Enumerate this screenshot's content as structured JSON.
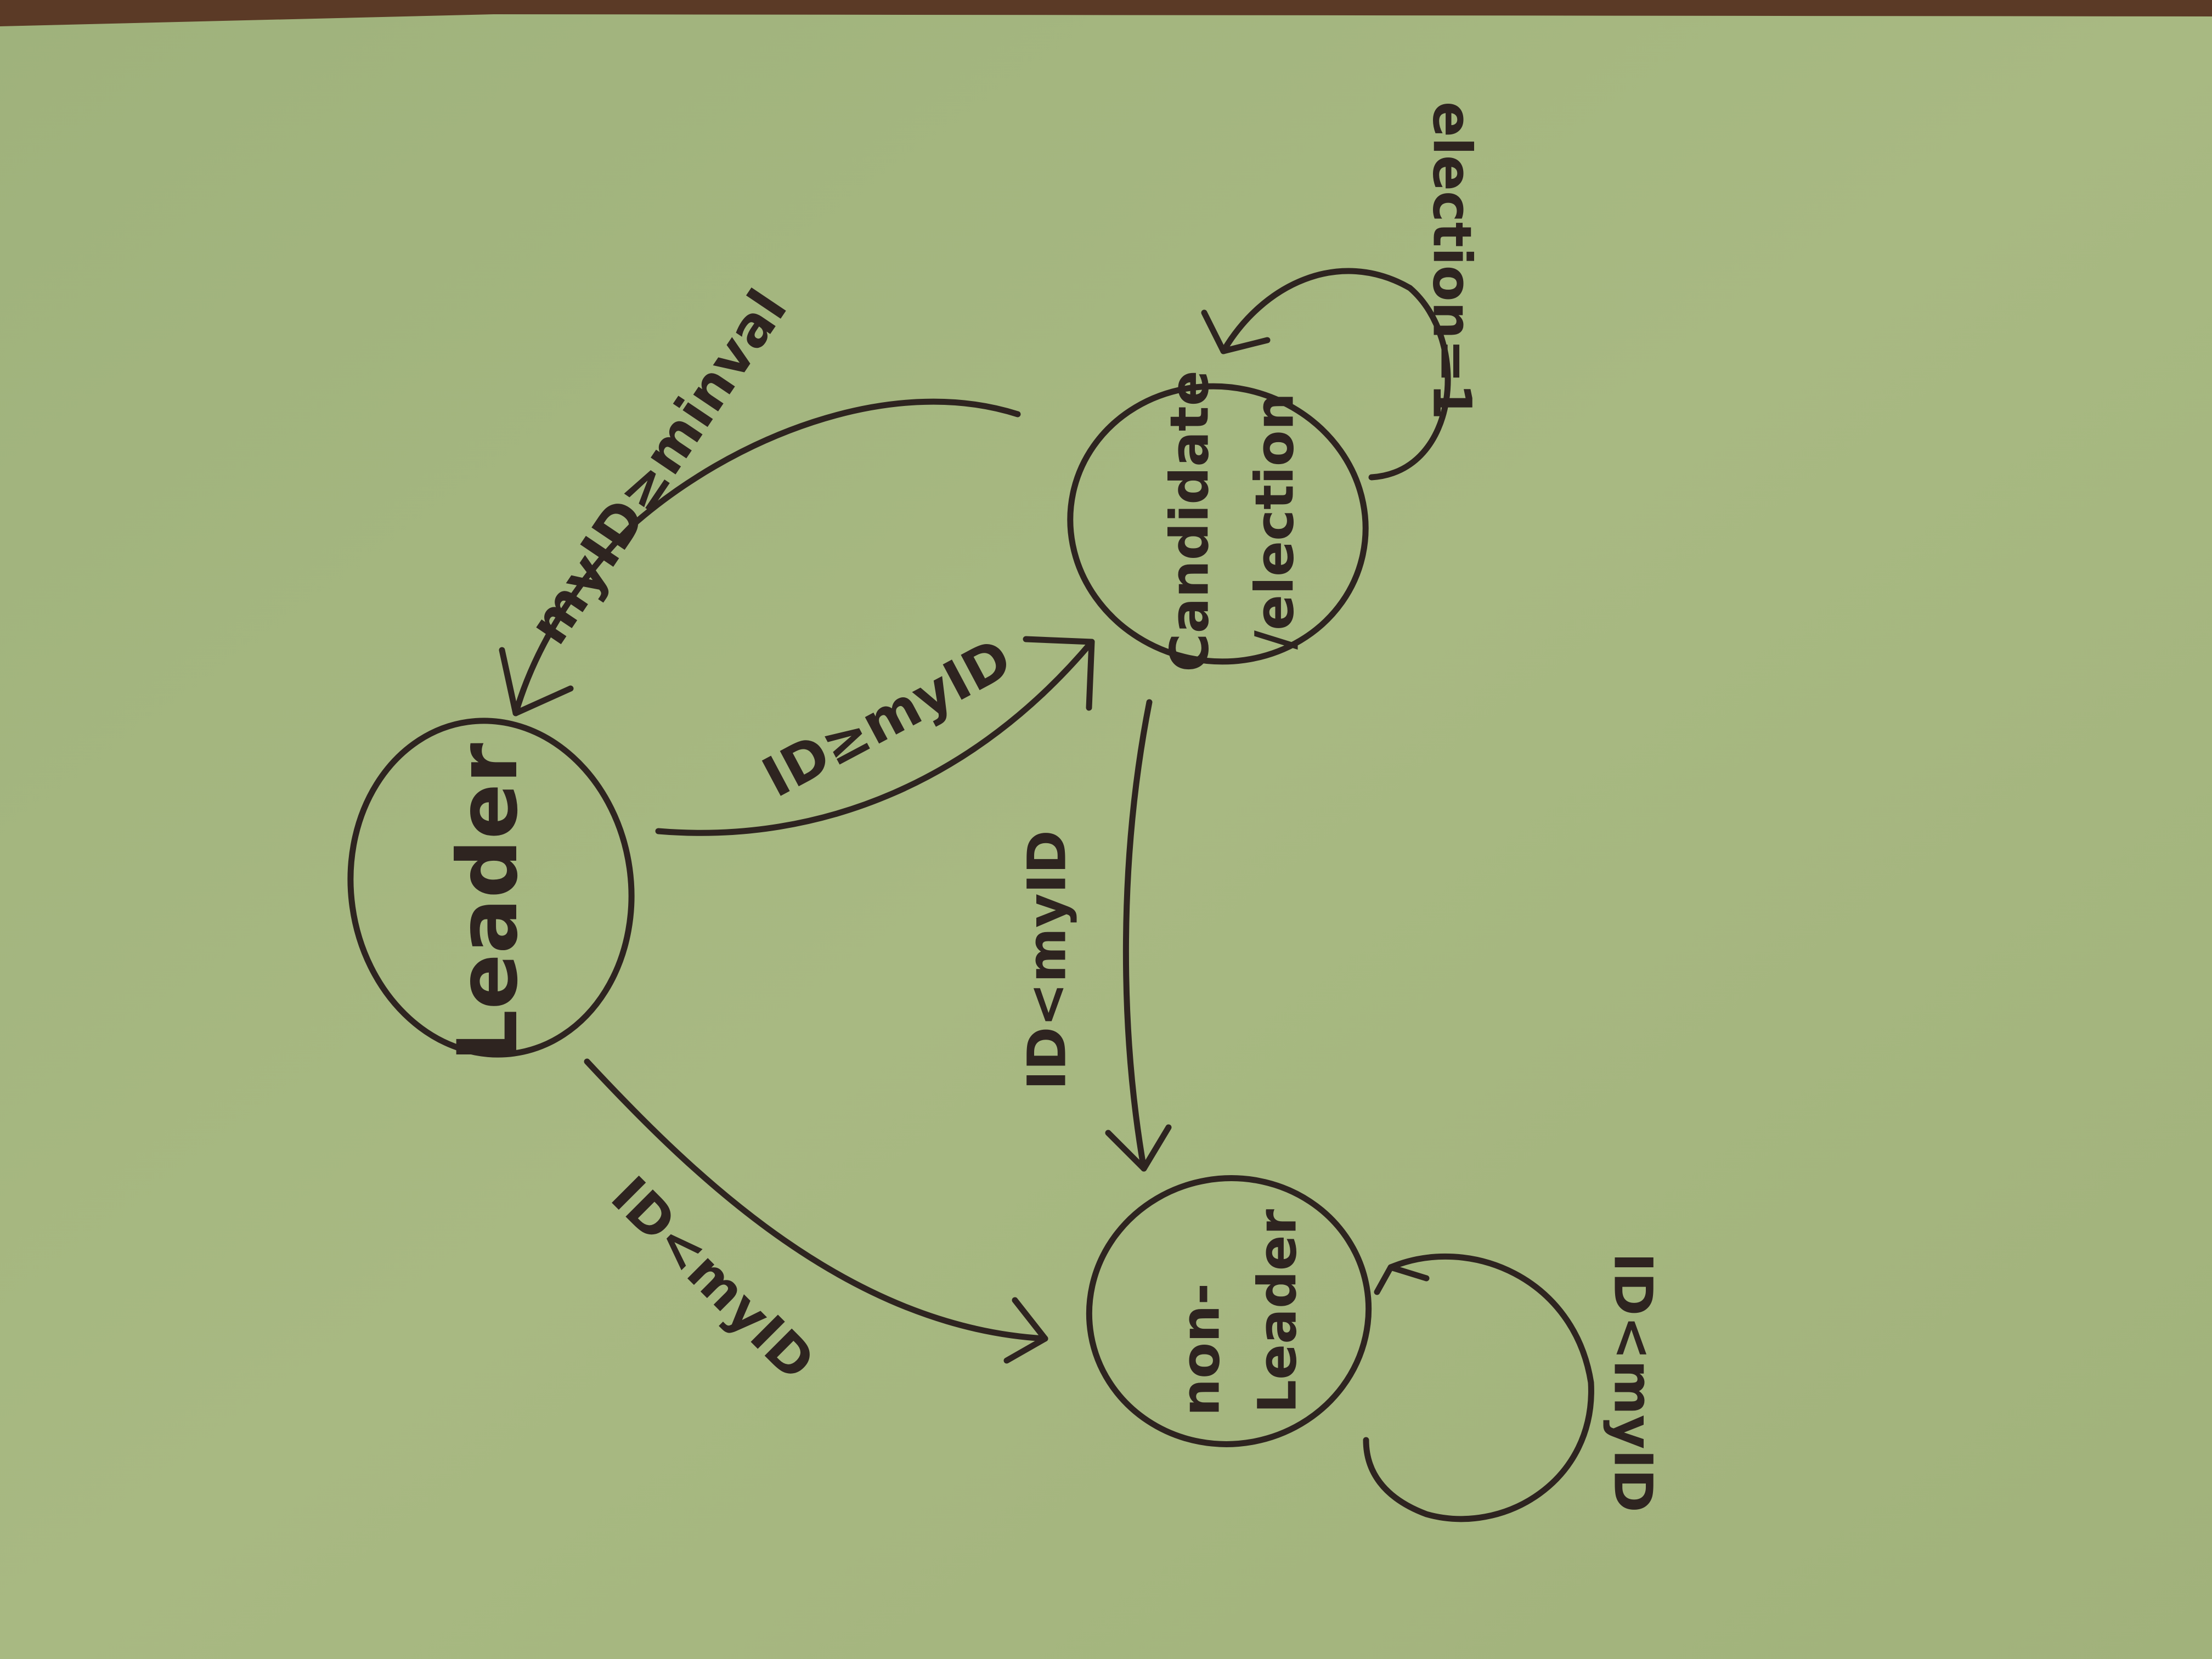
{
  "diagram": {
    "states": [
      {
        "id": "leader",
        "label": "Leader"
      },
      {
        "id": "candidate",
        "label_line1": "Candidate",
        "label_line2": "/election"
      },
      {
        "id": "non_leader",
        "label_line1": "non-",
        "label_line2": "Leader"
      }
    ],
    "transitions": [
      {
        "from": "candidate",
        "to": "leader",
        "label": "myID≥minval"
      },
      {
        "from": "leader",
        "to": "candidate",
        "label": "ID≥myID"
      },
      {
        "from": "candidate",
        "to": "non_leader",
        "label": "ID<myID"
      },
      {
        "from": "leader",
        "to": "non_leader",
        "label": "ID<myID"
      },
      {
        "from": "candidate",
        "to": "candidate",
        "label": "election=1"
      },
      {
        "from": "non_leader",
        "to": "non_leader",
        "label": "ID<myID"
      }
    ]
  },
  "colors": {
    "paper": "#a3b47e",
    "ink": "#2e2420",
    "table": "#5b3a26"
  }
}
